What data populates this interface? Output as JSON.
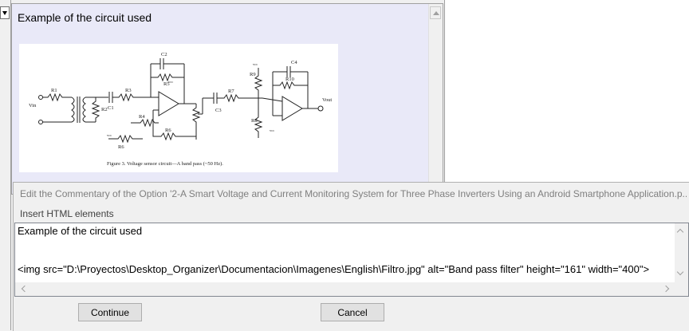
{
  "preview": {
    "title": "Example of the circuit used",
    "image_alt": "Band pass filter",
    "image_caption": "Figure 3. Voltage sensor circuit—A band pass (~50 Hz).",
    "circuit_labels": [
      "Vin",
      "R1",
      "R2",
      "C1",
      "R3",
      "R4",
      "R5",
      "C2",
      "R6",
      "R6",
      "C3",
      "R7",
      "R8",
      "R9",
      "C4",
      "R10",
      "Vout",
      "vcc",
      "vcc",
      "vcc",
      "vcc"
    ]
  },
  "dialog": {
    "title": "Edit the Commentary of the Option '2-A Smart Voltage and Current Monitoring System for Three Phase Inverters Using an Android Smartphone Application.p...",
    "menu": "Insert HTML elements",
    "editor_text": "Example of the circuit used\n\n\n<img src=\"D:\\Proyectos\\Desktop_Organizer\\Documentacion\\Imagenes\\English\\Filtro.jpg\" alt=\"Band pass filter\" height=\"161\" width=\"400\">",
    "continue_label": "Continue",
    "cancel_label": "Cancel"
  }
}
